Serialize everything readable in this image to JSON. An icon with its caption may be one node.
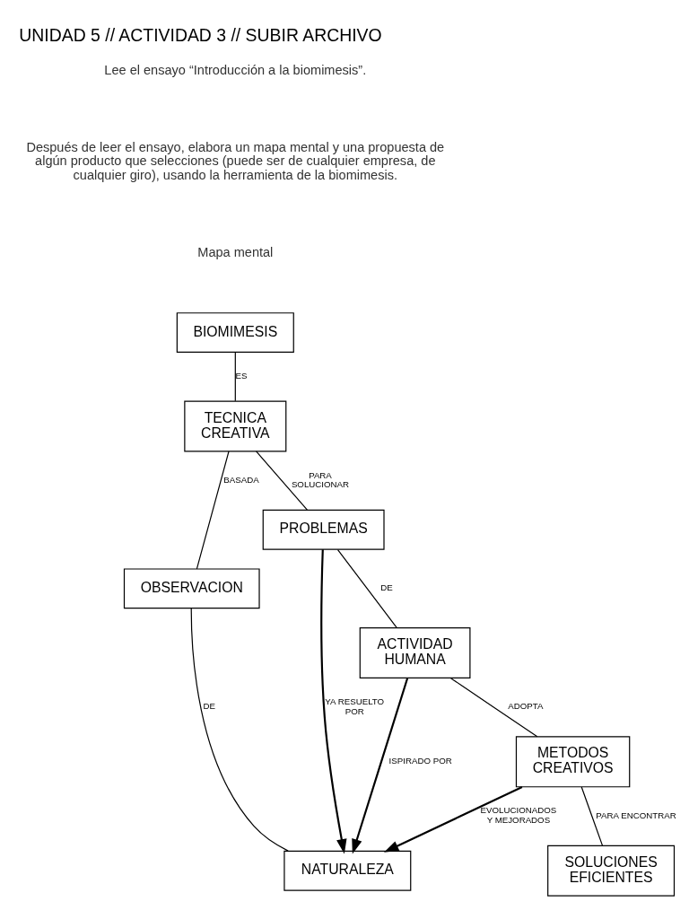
{
  "diagram": {
    "title": "UNIDAD 5 // ACTIVIDAD 3 // SUBIR ARCHIVO",
    "nodes": [
      {
        "text": [
          "BIOMIMESIS"
        ]
      },
      {
        "text": [
          "TECNICA CREATIVA"
        ]
      },
      {
        "text": [
          "OBSERVACION"
        ]
      },
      {
        "text": [
          "PROBLEMAS"
        ]
      },
      {
        "text": [
          "NATURALEZA"
        ]
      },
      {
        "text": [
          "ACTIVIDAD HUMANA"
        ]
      },
      {
        "text": [
          "METODOS CREATIVOS"
        ]
      },
      {
        "text": [
          "SOLUCIONES EFICIENTES"
        ]
      }
    ],
    "edges": [
      {
        "from": 0,
        "to": 1,
        "arrow": "none",
        "label": "ES"
      },
      {
        "from": 1,
        "to": 2,
        "arrow": "none",
        "label": "BASADA"
      },
      {
        "from": 1,
        "to": 3,
        "arrow": "none",
        "label": "PARA SOLUCIONAR"
      },
      {
        "from": 2,
        "to": 4,
        "arrow": "none",
        "label": "DE"
      },
      {
        "from": 3,
        "to": 4,
        "arrow": "to",
        "label": "YA RESUELTO POR"
      },
      {
        "from": 3,
        "to": 5,
        "arrow": "none",
        "label": "DE"
      },
      {
        "from": 5,
        "to": 4,
        "arrow": "to",
        "label": "ISPIRADO POR"
      },
      {
        "from": 5,
        "to": 6,
        "arrow": "none",
        "label": "ADOPTA"
      },
      {
        "from": 6,
        "to": 4,
        "arrow": "to",
        "label": "EVOLUCIONADOS Y MEJORADOS"
      },
      {
        "from": 6,
        "to": 7,
        "arrow": "none",
        "label": "PARA ENCONTRAR"
      }
    ],
    "labels": [
      "Lee el ensayo “Introducción a la biomimesis”.",
      "Después de leer el ensayo, elabora un mapa mental y una propuesta de algún producto que selecciones (puede ser de cualquier empresa, de cualquier giro), usando la herramienta de la biomimesis.",
      "Mapa mental"
    ]
  }
}
